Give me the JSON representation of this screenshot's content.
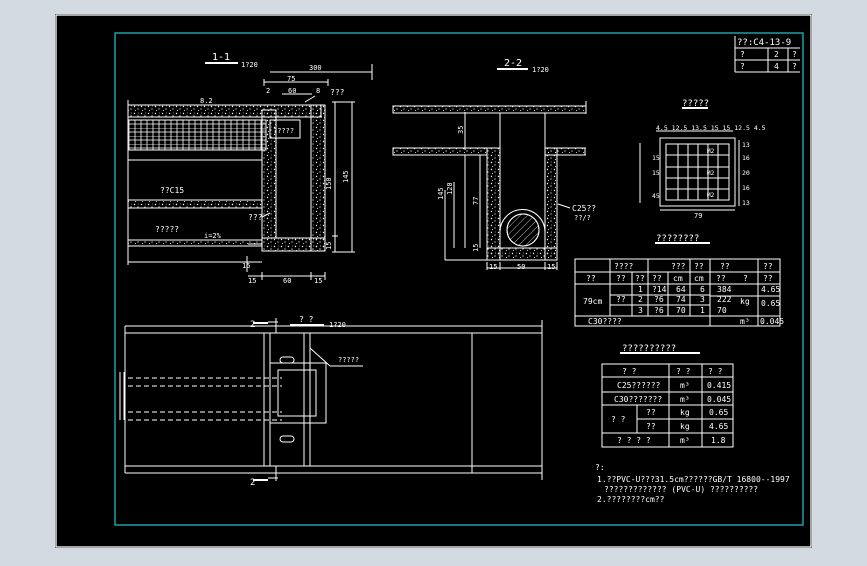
{
  "colors": {
    "page": "#d3dae2",
    "canvas": "#000000",
    "frame_outer": "#ffffff",
    "frame_inner": "#1fb8bf",
    "line": "#ffffff"
  },
  "title_block": {
    "code": "??:C4-13-9",
    "r1a": "?",
    "r1b": "2",
    "r1c": "?",
    "r2a": "?",
    "r2b": "4",
    "r2c": "?"
  },
  "sec11": {
    "title": "1-1",
    "scale": "1?20",
    "d300": "300",
    "d75": "75",
    "d60": "60",
    "d2": "2",
    "d8": "8",
    "label_top": "???",
    "w": "8.2",
    "grid_label": "?????",
    "c15": "??C15",
    "soil": "?????",
    "pipe": "???",
    "slope": "i=2%",
    "h150": "150",
    "h145": "145",
    "h15": "15",
    "h15b": "15",
    "b15": "15",
    "b60": "60",
    "b15r": "15"
  },
  "sec22": {
    "title": "2-2",
    "scale": "1?20",
    "h35": "35",
    "h145": "145",
    "h120": "120",
    "h77": "77",
    "h15": "15",
    "b15": "15",
    "b50": "50",
    "b15r": "15",
    "conc": "C25??",
    "conc2": "??/?"
  },
  "grate": {
    "title": "?????",
    "dims": "4.5 12.5 13.5 15 15 12.5 4.5",
    "w79": "79",
    "tag": "M2",
    "r1": "13",
    "r2": "16",
    "r3": "20",
    "r4": "16",
    "r5": "13",
    "l1": "15",
    "l2": "15",
    "l3": "45"
  },
  "plan": {
    "cut_top": "2",
    "cut_bottom": "2",
    "title": "? ?",
    "scale": "1?20",
    "callout": "?????"
  },
  "qty_table": {
    "title": "????????",
    "h_name": "????",
    "h_spec": "???",
    "h_len": "??",
    "h_cnt": "??",
    "h_wt": "??",
    "sub": [
      "??",
      "??",
      "??",
      "??",
      "cm",
      "cm",
      "??",
      "?",
      "??"
    ],
    "size": "79cm",
    "mat": "??",
    "unit": "kg",
    "rows": [
      {
        "n": "1",
        "d": "?14",
        "a": "64",
        "b": "6",
        "c": "384"
      },
      {
        "n": "2",
        "d": "?6",
        "a": "74",
        "b": "3",
        "c": "222"
      },
      {
        "n": "3",
        "d": "?6",
        "a": "70",
        "b": "1",
        "c": "70"
      }
    ],
    "w1": "4.65",
    "w2": "0.65",
    "c30": "C30????",
    "c30u": "m³",
    "c30v": "0.045"
  },
  "mat_table": {
    "title": "??????????",
    "h1": "? ?",
    "h2": "? ?",
    "h3": "? ?",
    "rows": [
      {
        "name": "C25??????",
        "unit": "m³",
        "val": "0.415"
      },
      {
        "name": "C30???????",
        "unit": "m³",
        "val": "0.045"
      },
      {
        "name": "??",
        "unit": "kg",
        "val": "0.65"
      },
      {
        "name": "??",
        "unit": "kg",
        "val": "4.65"
      },
      {
        "name": "? ? ? ?",
        "unit": "m³",
        "val": "1.8"
      }
    ],
    "merged": "? ?"
  },
  "notes": {
    "head": "?:",
    "l1": "1.??PVC-U???31.5cm??????GB/T 16800--1997",
    "l2": "?????????????  (PVC-U) ??????????",
    "l3": "2.????????cm??"
  }
}
